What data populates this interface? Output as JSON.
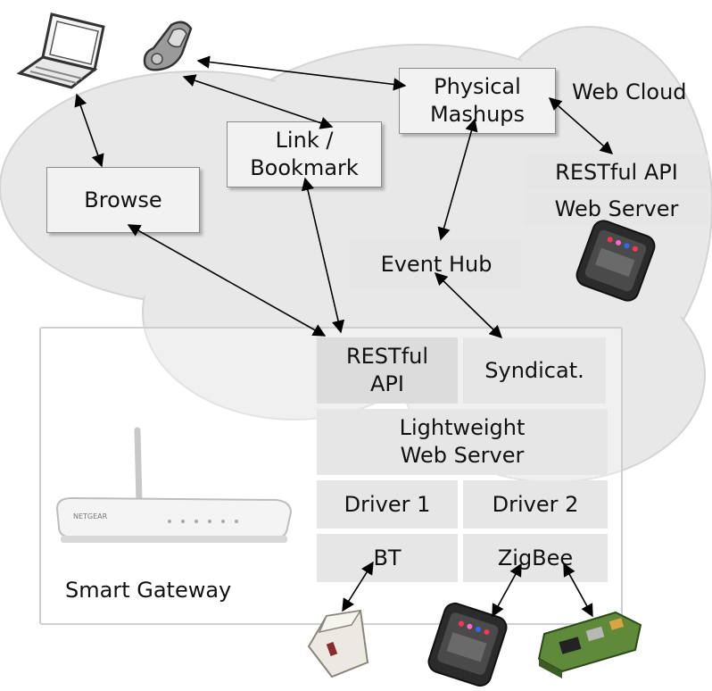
{
  "cloud_label": "Web Cloud",
  "gateway_label": "Smart Gateway",
  "nodes": {
    "physical_mashups": "Physical\nMashups",
    "link_bookmark": "Link /\nBookmark",
    "browse": "Browse",
    "event_hub": "Event Hub",
    "cloud_restful_api": "RESTful API",
    "cloud_web_server": "Web Server"
  },
  "gateway_stack": {
    "restful_api": "RESTful\nAPI",
    "syndication": "Syndicat.",
    "lightweight_web_server": "Lightweight\nWeb Server",
    "driver_1": "Driver 1",
    "driver_2": "Driver 2",
    "bt": "BT",
    "zigbee": "ZigBee"
  },
  "devices": [
    "laptop-icon",
    "mobile-phone-icon",
    "wifi-router-icon",
    "sun-spot-sensor-icon",
    "power-plug-meter-icon",
    "sensor-board-icon"
  ],
  "colors": {
    "cloud": "#e8e8e8",
    "node": "#f2f2f2",
    "layer": "#e6e6e6",
    "arrow": "#000000"
  }
}
